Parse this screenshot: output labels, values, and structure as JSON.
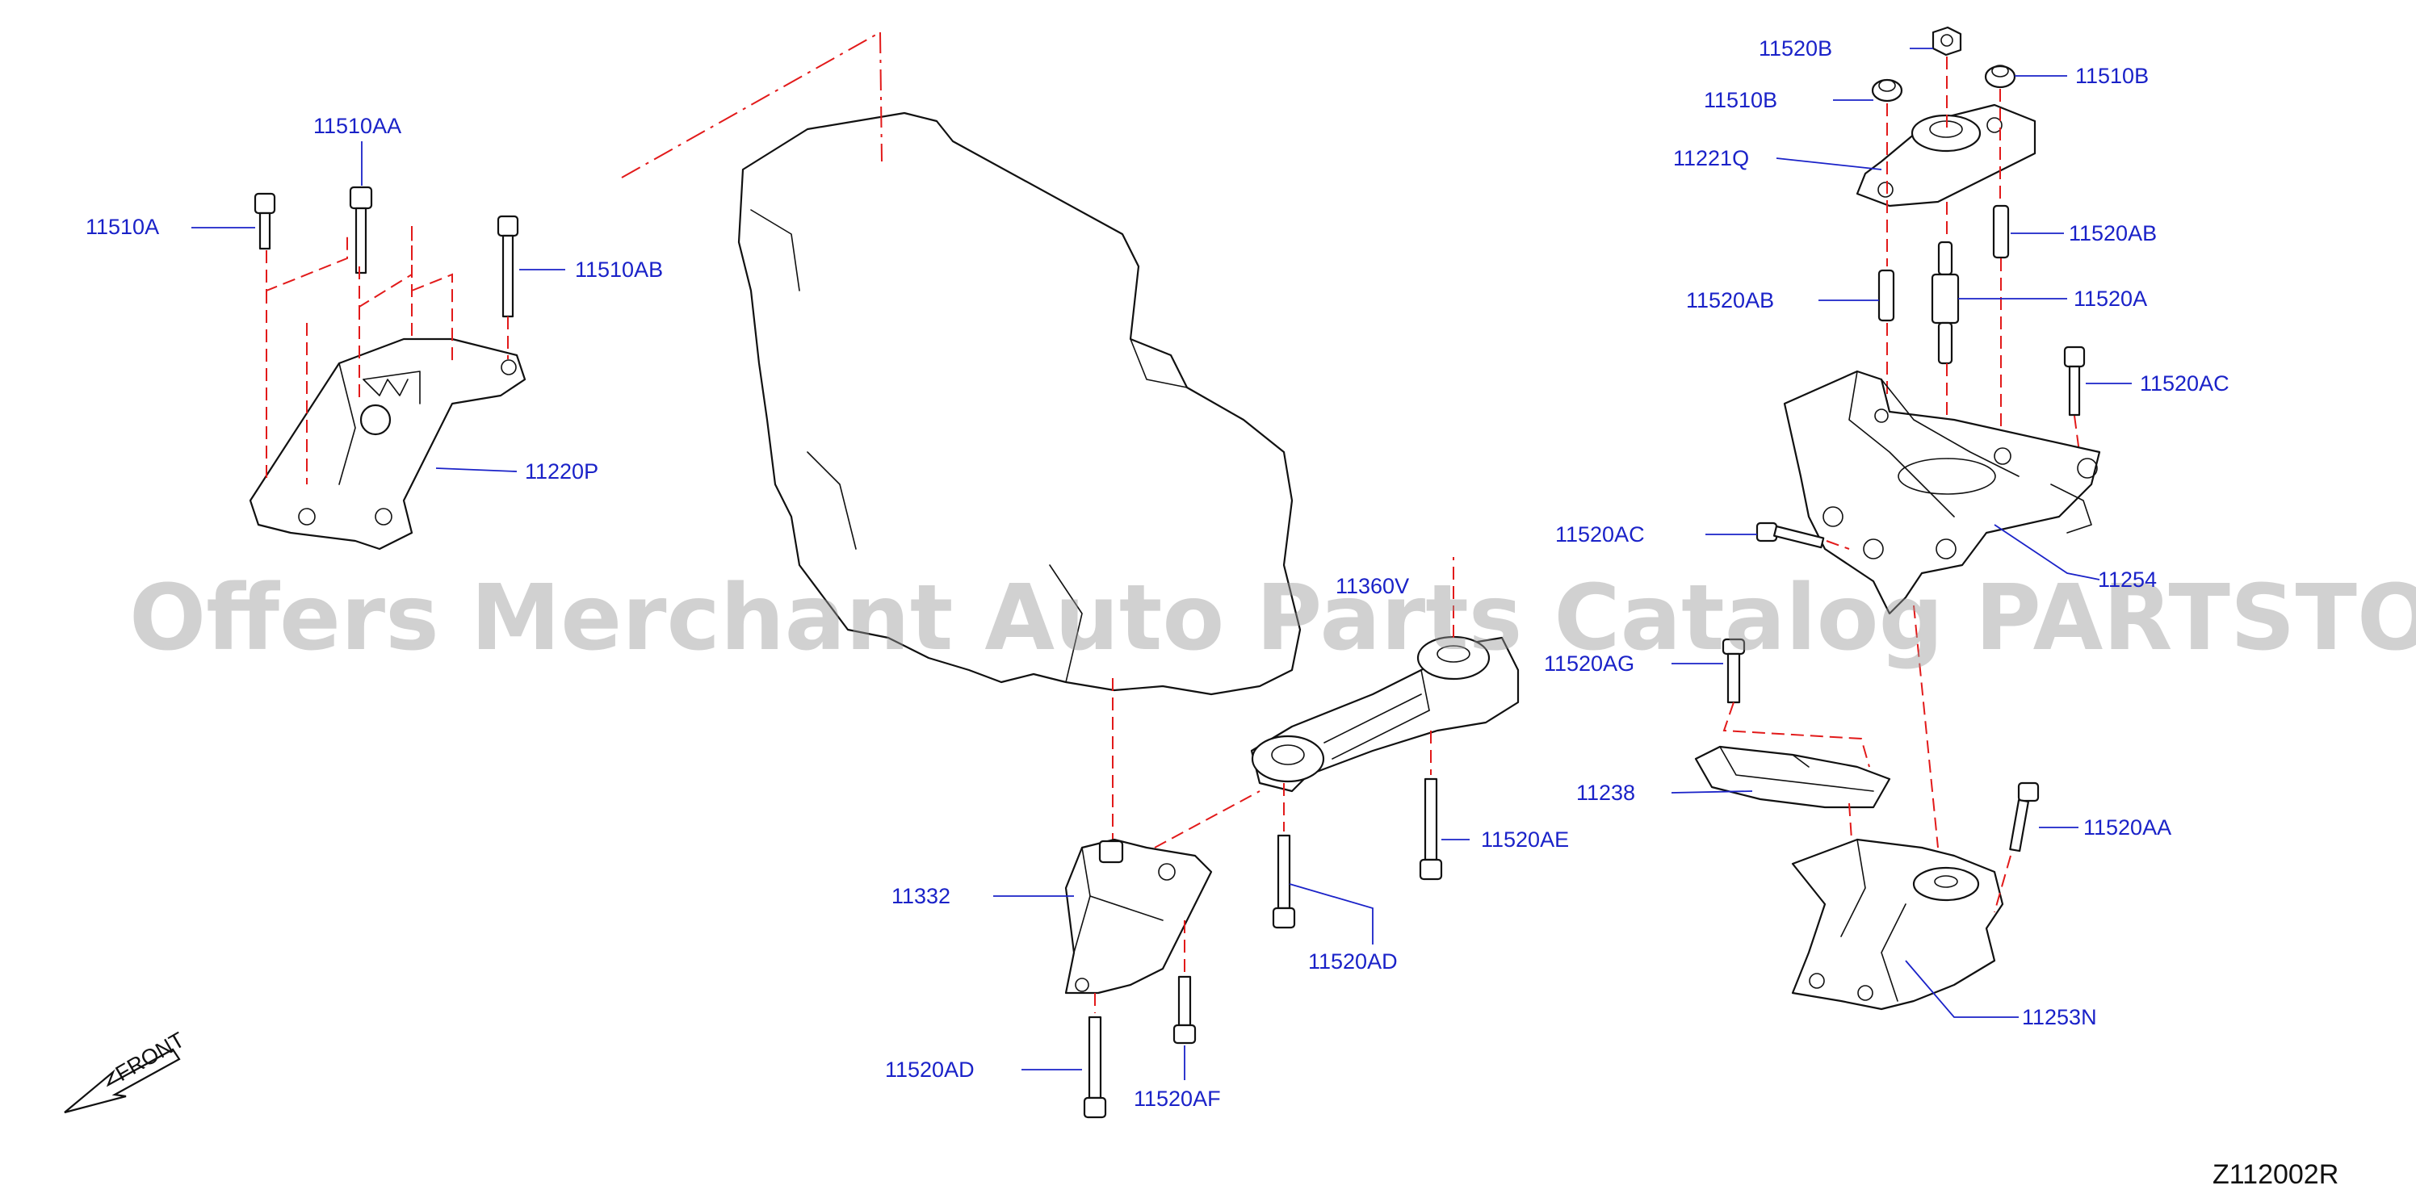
{
  "diagram": {
    "front_label": "FRONT",
    "diagram_code": "Z112002R",
    "watermark": "Offers Merchant Auto Parts Catalog PARTSTORE.SA",
    "parts": {
      "p11510AA": "11510AA",
      "p11510A": "11510A",
      "p11510AB": "11510AB",
      "p11220P": "11220P",
      "p11520B": "11520B",
      "p11510B_right": "11510B",
      "p11510B_left": "11510B",
      "p11221Q": "11221Q",
      "p11520AB_right": "11520AB",
      "p11520AB_left": "11520AB",
      "p11520A": "11520A",
      "p11520AC_right": "11520AC",
      "p11520AC_left": "11520AC",
      "p11254": "11254",
      "p11360V": "11360V",
      "p11520AG": "11520AG",
      "p11238": "11238",
      "p11520AE": "11520AE",
      "p11520AA": "11520AA",
      "p11332": "11332",
      "p11520AD_center": "11520AD",
      "p11520AD_left": "11520AD",
      "p11520AF": "11520AF",
      "p11253N": "11253N"
    }
  }
}
